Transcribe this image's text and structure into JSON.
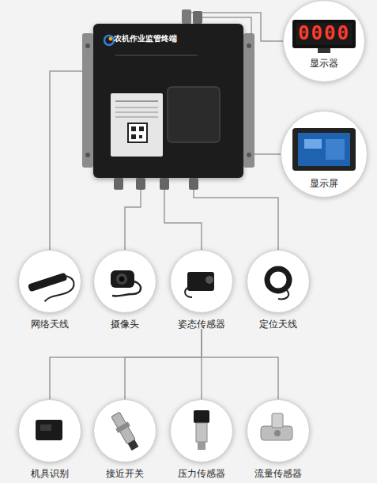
{
  "diagram": {
    "nodes": [
      {
        "text": [
          "农机作业监管终端"
        ]
      },
      {
        "text": [
          "0000",
          "显示器"
        ]
      },
      {
        "text": [
          "显示屏"
        ]
      },
      {
        "text": [
          "网络天线"
        ]
      },
      {
        "text": [
          "摄像头"
        ]
      },
      {
        "text": [
          "姿态传感器"
        ]
      },
      {
        "text": [
          "定位天线"
        ]
      },
      {
        "text": [
          "机具识别"
        ]
      },
      {
        "text": [
          "接近开关"
        ]
      },
      {
        "text": [
          "压力传感器"
        ]
      },
      {
        "text": [
          "流量传感器"
        ]
      }
    ],
    "edges": [
      {
        "from": 0,
        "to": 1,
        "arrow": "none"
      },
      {
        "from": 0,
        "to": 2,
        "arrow": "none"
      },
      {
        "from": 0,
        "to": 3,
        "arrow": "none"
      },
      {
        "from": 0,
        "to": 4,
        "arrow": "none"
      },
      {
        "from": 0,
        "to": 5,
        "arrow": "none"
      },
      {
        "from": 0,
        "to": 6,
        "arrow": "none"
      },
      {
        "from": 5,
        "to": 7,
        "arrow": "none"
      },
      {
        "from": 5,
        "to": 8,
        "arrow": "none"
      },
      {
        "from": 5,
        "to": 9,
        "arrow": "none"
      },
      {
        "from": 5,
        "to": 10,
        "arrow": "none"
      }
    ]
  }
}
